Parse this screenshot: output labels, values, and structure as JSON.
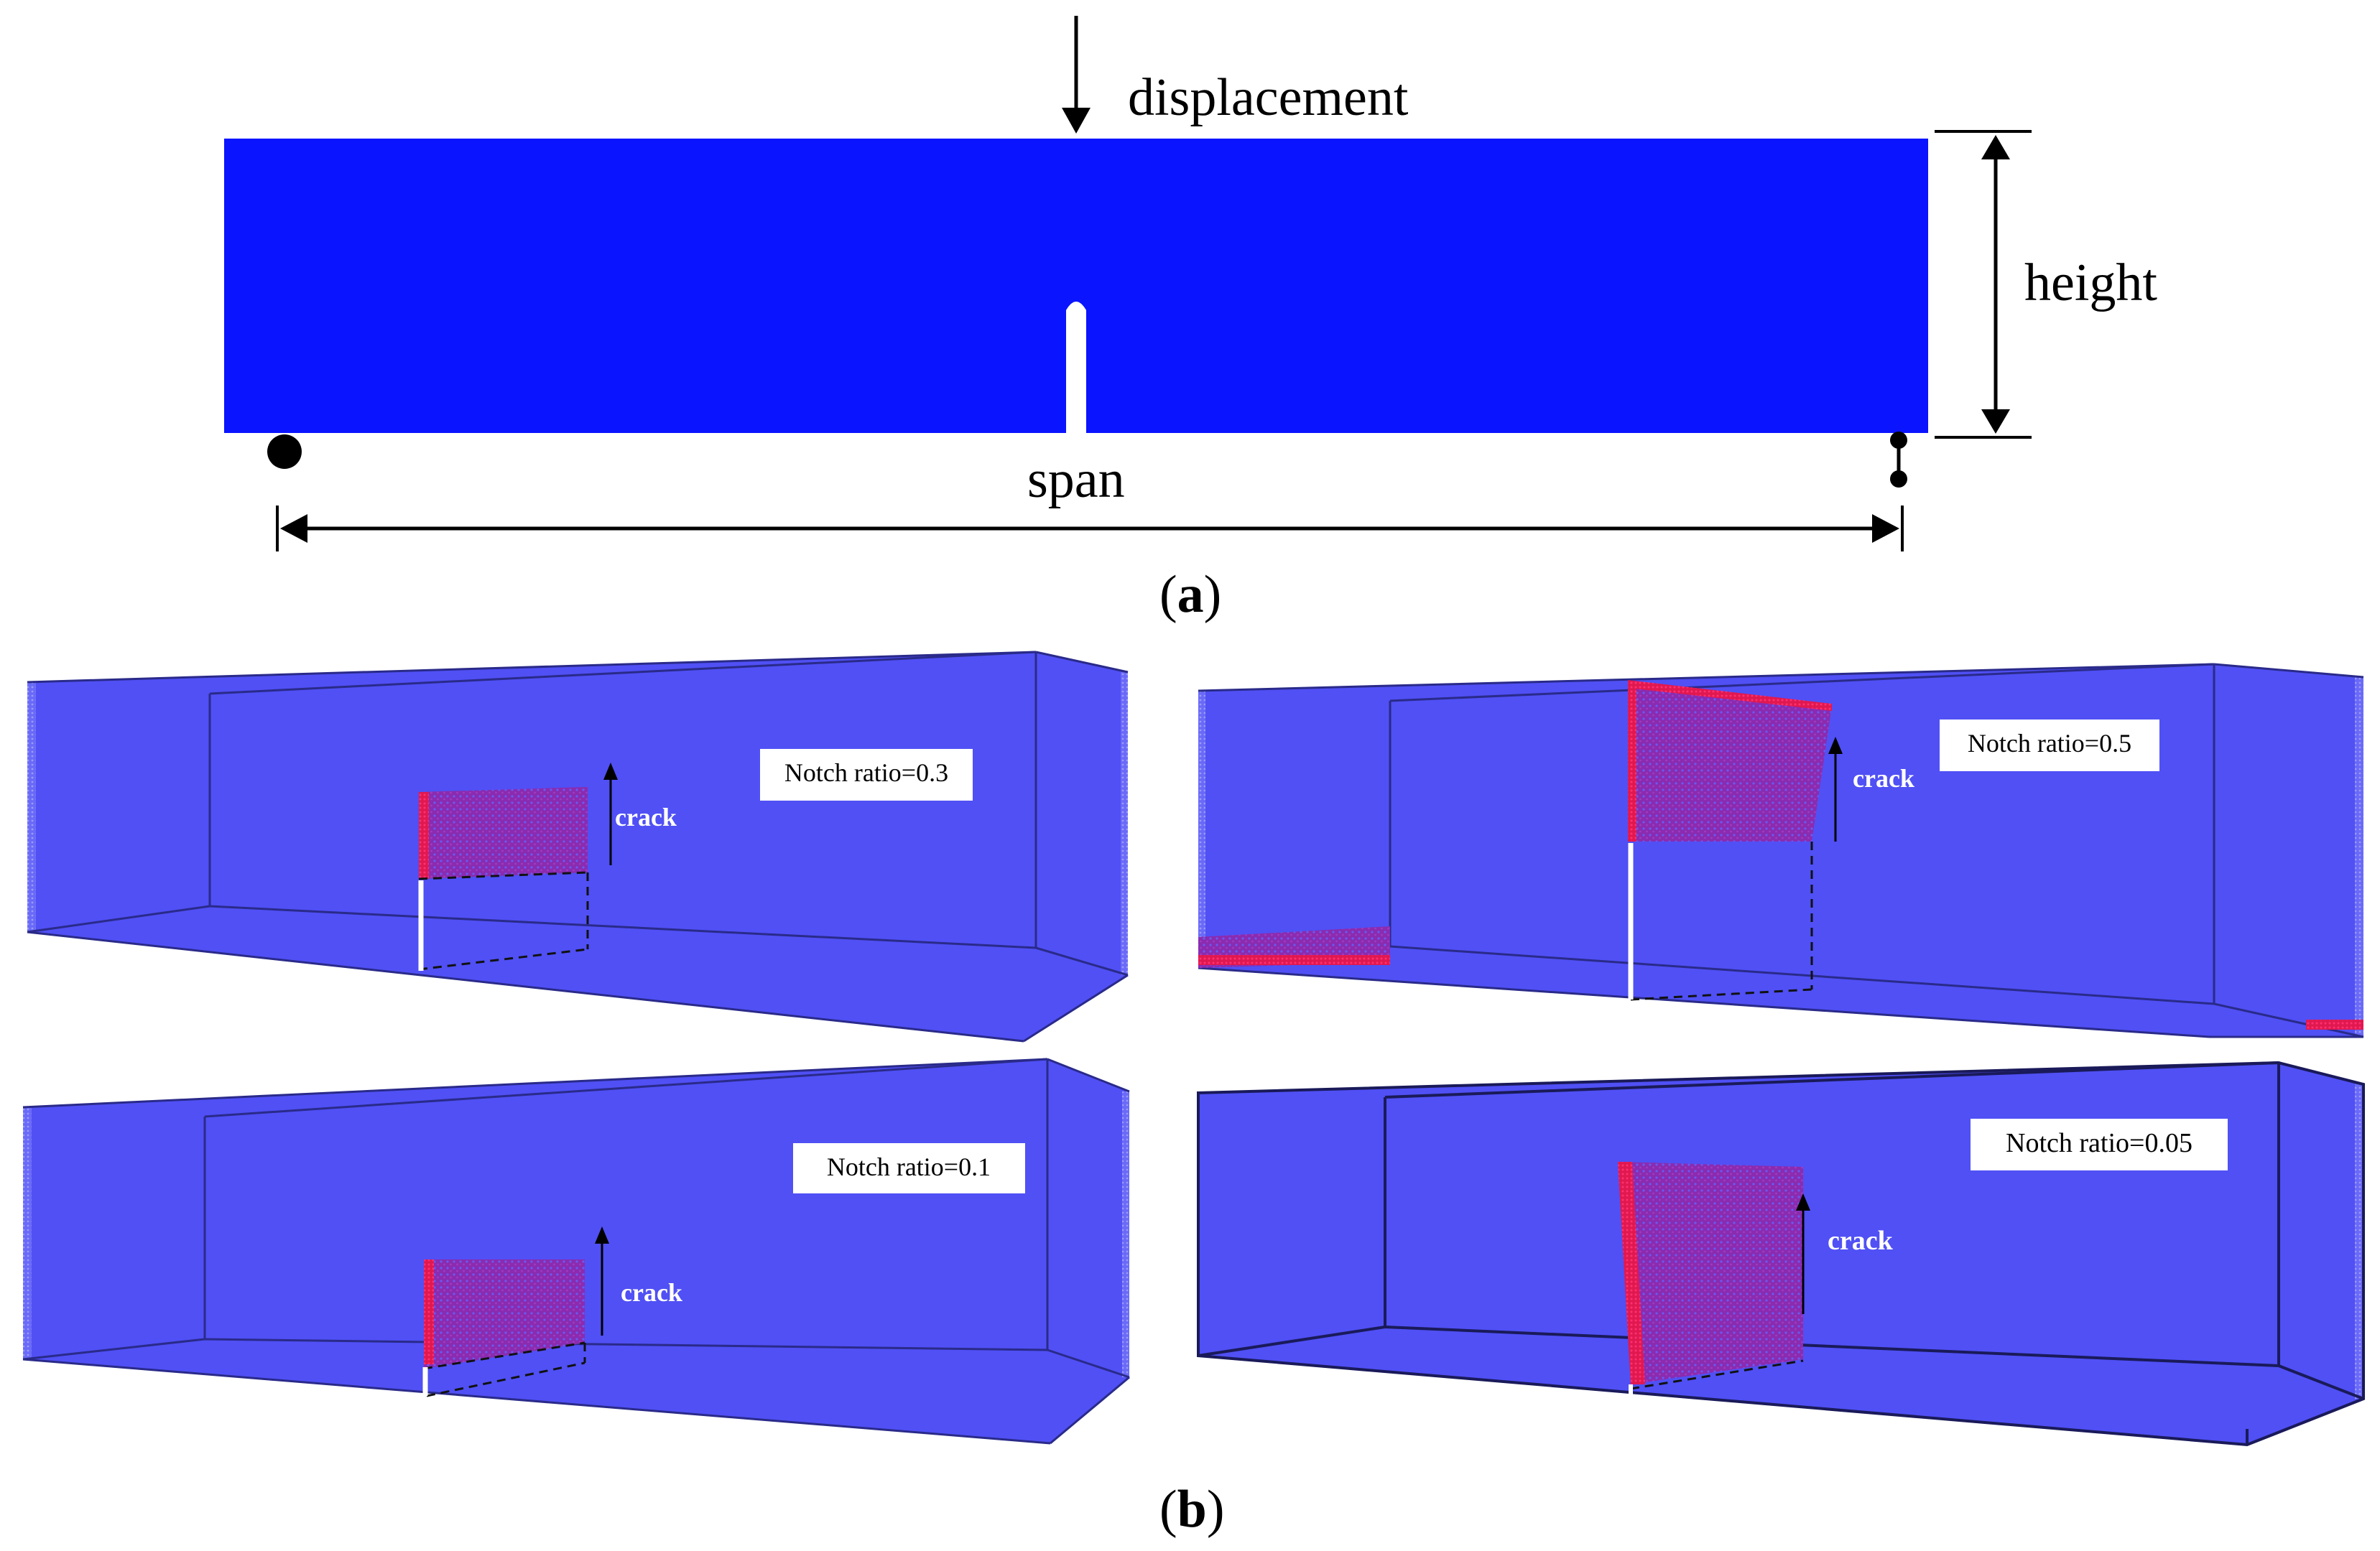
{
  "panel_a": {
    "load_label": "displacement",
    "height_label": "height",
    "span_label": "span",
    "caption_open": "(",
    "caption_letter": "a",
    "caption_close": ")"
  },
  "panel_b": {
    "caption_open": "(",
    "caption_letter": "b",
    "caption_close": ")",
    "crack_label": "crack",
    "beams": [
      {
        "notch_label": "Notch ratio=0.3"
      },
      {
        "notch_label": "Notch ratio=0.5"
      },
      {
        "notch_label": "Notch ratio=0.1"
      },
      {
        "notch_label": "Notch ratio=0.05"
      }
    ]
  },
  "colors": {
    "beam_solid": "#0a14ff",
    "beam_translucent": "#5050f5",
    "crack_particles": "#8a2bb0",
    "crack_edge": "#ff1040",
    "outline": "#1a1a6a",
    "ink": "#000000"
  },
  "icons": [
    "down-arrow-icon",
    "double-arrow-icon",
    "pin-support-icon",
    "roller-support-icon",
    "up-arrow-icon"
  ]
}
